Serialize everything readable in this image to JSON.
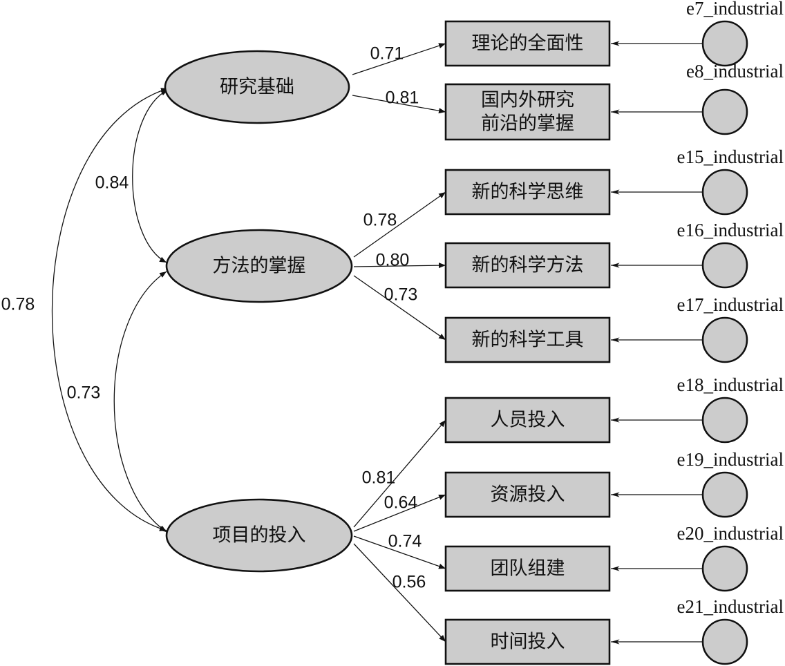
{
  "latents": [
    {
      "id": "L1",
      "label": "研究基础"
    },
    {
      "id": "L2",
      "label": "方法的掌握"
    },
    {
      "id": "L3",
      "label": "项目的投入"
    }
  ],
  "indicators": [
    {
      "id": "I1",
      "lines": [
        "理论的全面性"
      ],
      "error": "e7_industrial",
      "factor": "L1",
      "loading": "0.71"
    },
    {
      "id": "I2",
      "lines": [
        "国内外研究",
        "前沿的掌握"
      ],
      "error": "e8_industrial",
      "factor": "L1",
      "loading": "0.81"
    },
    {
      "id": "I3",
      "lines": [
        "新的科学思维"
      ],
      "error": "e15_industrial",
      "factor": "L2",
      "loading": "0.78"
    },
    {
      "id": "I4",
      "lines": [
        "新的科学方法"
      ],
      "error": "e16_industrial",
      "factor": "L2",
      "loading": "0.80"
    },
    {
      "id": "I5",
      "lines": [
        "新的科学工具"
      ],
      "error": "e17_industrial",
      "factor": "L2",
      "loading": "0.73"
    },
    {
      "id": "I6",
      "lines": [
        "人员投入"
      ],
      "error": "e18_industrial",
      "factor": "L3",
      "loading": "0.81"
    },
    {
      "id": "I7",
      "lines": [
        "资源投入"
      ],
      "error": "e19_industrial",
      "factor": "L3",
      "loading": "0.64"
    },
    {
      "id": "I8",
      "lines": [
        "团队组建"
      ],
      "error": "e20_industrial",
      "factor": "L3",
      "loading": "0.74"
    },
    {
      "id": "I9",
      "lines": [
        "时间投入"
      ],
      "error": "e21_industrial",
      "factor": "L3",
      "loading": "0.56"
    }
  ],
  "correlations": [
    {
      "from": "L1",
      "to": "L2",
      "value": "0.84"
    },
    {
      "from": "L2",
      "to": "L3",
      "value": "0.73"
    },
    {
      "from": "L1",
      "to": "L3",
      "value": "0.78"
    }
  ],
  "colors": {
    "node_fill": "#cccccc",
    "stroke": "#111111",
    "text": "#111111",
    "background": "#ffffff"
  }
}
